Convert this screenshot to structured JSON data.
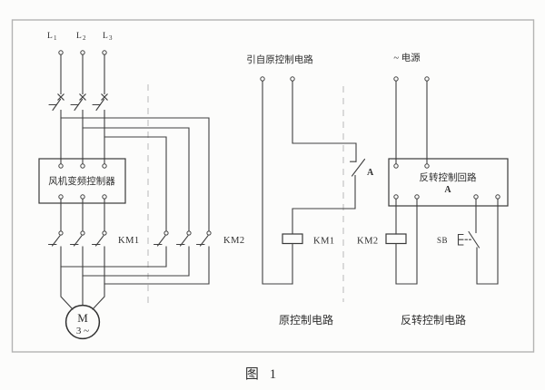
{
  "figure": {
    "caption": "图 1",
    "colors": {
      "wire": "#404040",
      "frame": "#b3b3b3",
      "divider": "#b9b9b9",
      "text": "#2e2e2e",
      "background": "#fcfcfb"
    }
  },
  "power": {
    "phases": [
      {
        "base": "L",
        "sub": "1"
      },
      {
        "base": "L",
        "sub": "2"
      },
      {
        "base": "L",
        "sub": "3"
      }
    ],
    "controller": "风机变频控制器",
    "km1_contacts": "KM1",
    "km2_contacts": "KM2",
    "motor_letter": "M",
    "motor_phase": "3 ~"
  },
  "original": {
    "source": "引自原控制电路",
    "km1_coil": "KM1",
    "section": "原控制电路"
  },
  "reverse": {
    "power": "~ 电源",
    "a_contact": "A",
    "box": "反转控制回路",
    "box_sub": "A",
    "km2_coil": "KM2",
    "button": "SB",
    "section": "反转控制电路"
  }
}
